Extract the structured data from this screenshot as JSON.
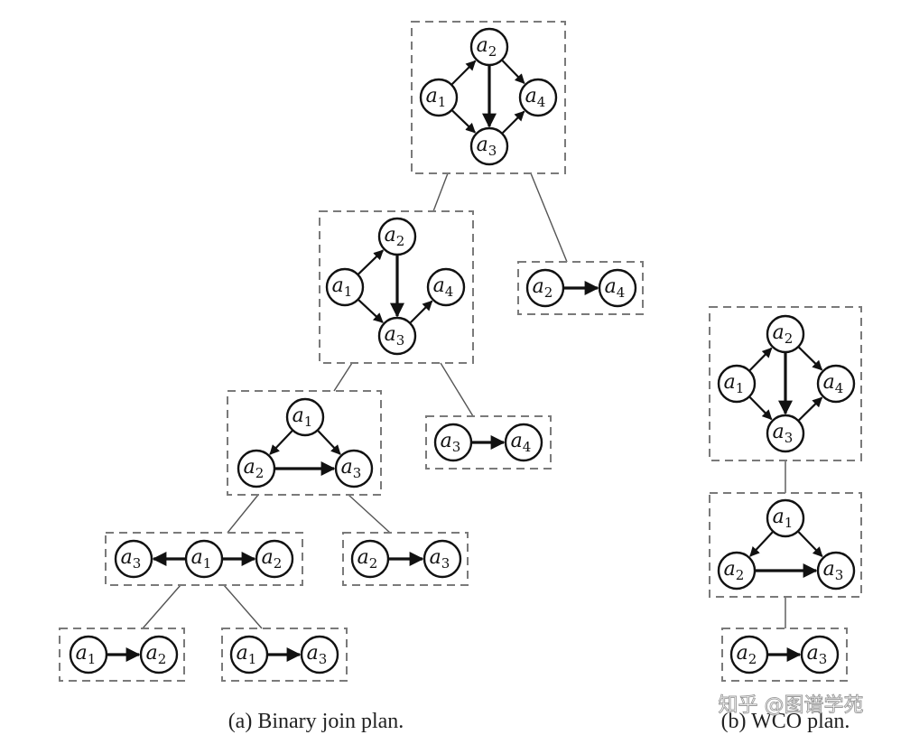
{
  "captions": {
    "binary": "(a) Binary join plan.",
    "wco": "(b) WCO plan."
  },
  "watermark": "知乎 @图谱学苑",
  "node_name": "a",
  "node_indices": [
    "1",
    "2",
    "3",
    "4"
  ],
  "plans": [
    {
      "id": "binary-root",
      "subgraph": "a1->a2, a1->a3, a2->a3, a2->a4, a3->a4"
    },
    {
      "id": "binary-l1-left",
      "subgraph": "a1->a2, a1->a3, a2->a3, a3->a4"
    },
    {
      "id": "binary-l1-right",
      "subgraph": "a2->a4"
    },
    {
      "id": "binary-l2-left",
      "subgraph": "a1->a2, a1->a3, a2->a3"
    },
    {
      "id": "binary-l2-right",
      "subgraph": "a3->a4"
    },
    {
      "id": "binary-l3-left",
      "subgraph": "a1->a3, a1->a2"
    },
    {
      "id": "binary-l3-right",
      "subgraph": "a2->a3"
    },
    {
      "id": "binary-l4-left",
      "subgraph": "a1->a2"
    },
    {
      "id": "binary-l4-right",
      "subgraph": "a1->a3"
    },
    {
      "id": "wco-top",
      "subgraph": "a1->a2, a1->a3, a2->a3, a2->a4, a3->a4"
    },
    {
      "id": "wco-mid",
      "subgraph": "a1->a2, a1->a3, a2->a3"
    },
    {
      "id": "wco-bottom",
      "subgraph": "a2->a3"
    }
  ]
}
